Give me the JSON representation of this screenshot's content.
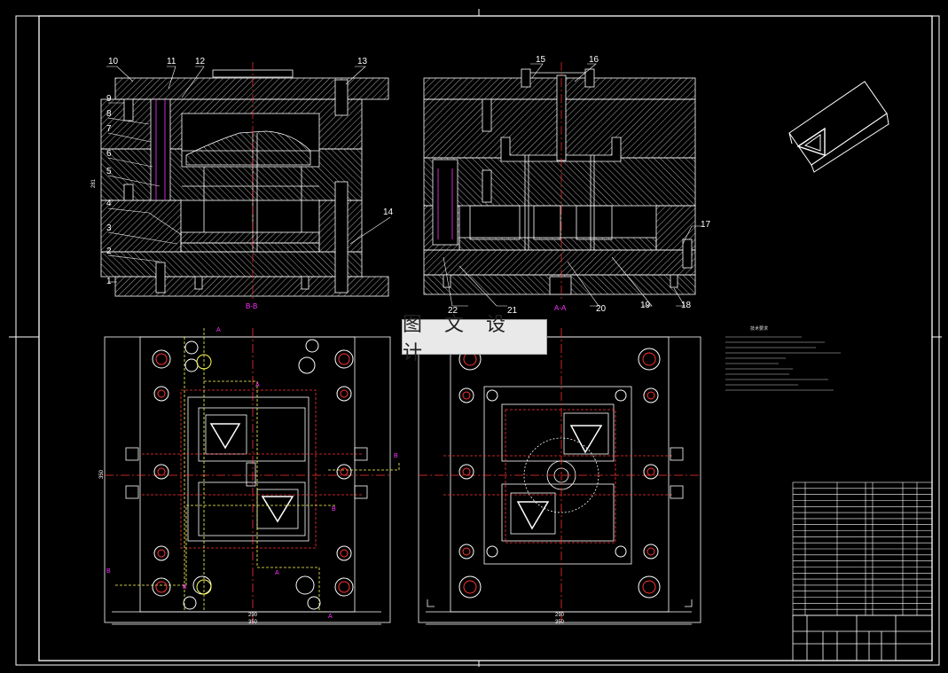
{
  "watermark": "图 文 设 计",
  "part_numbers_left": [
    "10",
    "11",
    "12",
    "13",
    "9",
    "8",
    "7",
    "6",
    "5",
    "4",
    "3",
    "2",
    "1",
    "14"
  ],
  "part_numbers_right": [
    "15",
    "16",
    "17",
    "22",
    "21",
    "20",
    "19",
    "18"
  ],
  "sections": {
    "left": "B-B",
    "right": "A-A"
  },
  "dimensions": {
    "top_left_vertical": "281",
    "bottom_left_vertical": "350",
    "left_inner_width": "290",
    "left_outer_width": "350",
    "right_inner_width": "290",
    "right_outer_width": "350"
  },
  "section_marks": [
    "A",
    "A",
    "A",
    "A",
    "B",
    "B",
    "B",
    "B"
  ],
  "notes_title": "技术要求",
  "colors": {
    "line": "#ffffff",
    "hatch": "#bbbbbb",
    "center": "#ff3333",
    "section": "#ff33ff",
    "yellow": "#ffff55"
  }
}
